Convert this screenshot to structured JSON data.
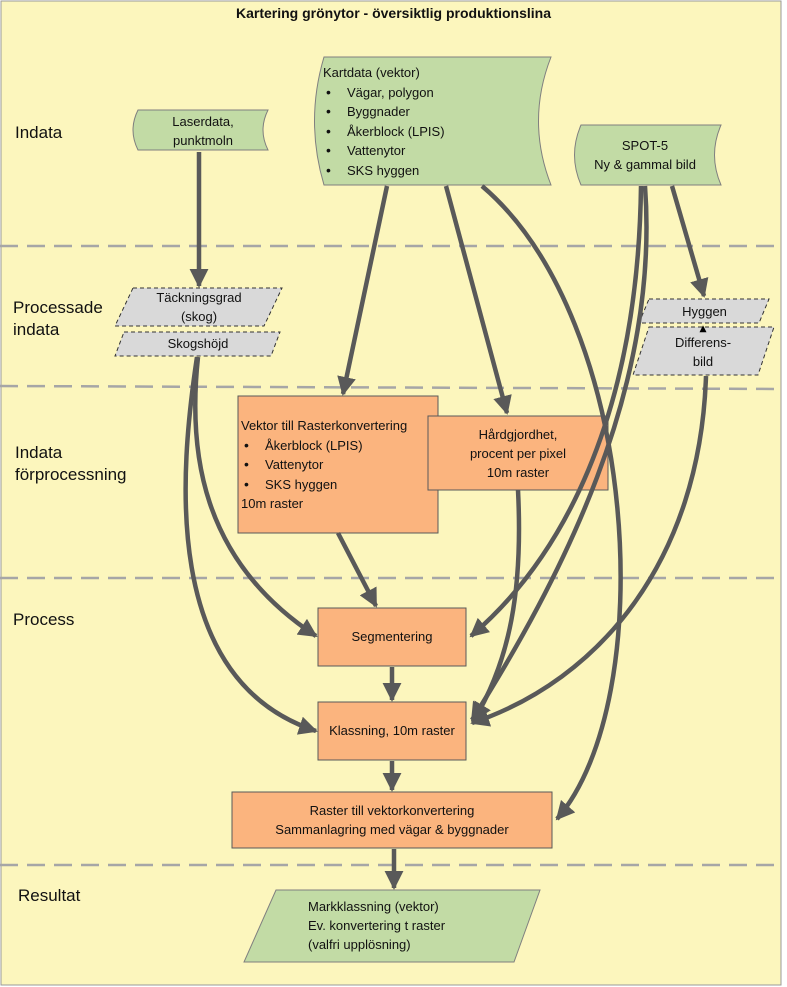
{
  "title": "Kartering grönytor - översiktlig produktionslina",
  "stages": [
    "Indata",
    "Processade\nindata",
    "Indata\nförprocessning",
    "Process",
    "Resultat"
  ],
  "nodes": {
    "laserdata": "Laserdata,\npunktmoln",
    "kartdata_title": "Kartdata (vektor)",
    "kartdata_items": [
      "Vägar, polygon",
      "Byggnader",
      "Åkerblock (LPIS)",
      "Vattenytor",
      "SKS hyggen"
    ],
    "spot5": "SPOT-5\nNy & gammal bild",
    "tackningsgrad": "Täckningsgrad\n(skog)",
    "skogshojd": "Skogshöjd",
    "hyggen": "Hyggen",
    "differensbild": "Differens-\nbild",
    "vektor_title": "Vektor till Rasterkonvertering",
    "vektor_items": [
      "Åkerblock (LPIS)",
      "Vattenytor",
      "SKS hyggen"
    ],
    "vektor_footer": "10m raster",
    "hardgjordhet": "Hårdgjordhet,\nprocent per pixel\n10m raster",
    "segmentering": "Segmentering",
    "klassning": "Klassning, 10m raster",
    "raster_vektor": "Raster till vektorkonvertering\nSammanlagring med vägar & byggnader",
    "markklassning": "Markklassning (vektor)\nEv. konvertering t raster\n(valfri upplösning)"
  },
  "colors": {
    "background": "#fcf6bd",
    "green": "#c2dba5",
    "orange": "#fbb47e",
    "gray": "#d9d9d9",
    "arrow": "#595959",
    "divider": "#a6a6a6"
  }
}
